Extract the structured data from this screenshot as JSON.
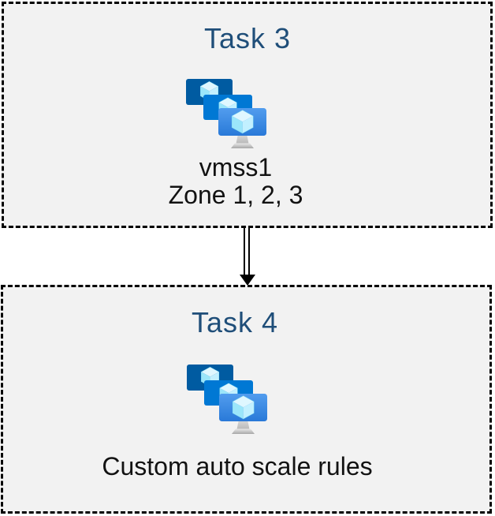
{
  "task3": {
    "title": "Task 3",
    "vm_name": "vmss1",
    "zones": "Zone 1, 2, 3",
    "icon": "vm-scale-sets-icon"
  },
  "task4": {
    "title": "Task 4",
    "caption": "Custom auto scale rules",
    "icon": "vm-scale-sets-icon"
  },
  "connector": {
    "type": "double-line-arrow-down",
    "from": "task3",
    "to": "task4"
  },
  "colors": {
    "title_blue": "#1F4E79",
    "body_text": "#121212",
    "box_fill": "#F2F2F2",
    "border": "#000000",
    "monitor_back": "#005BA1",
    "monitor_middle": "#0078D4",
    "monitor_front_top": "#529DEE",
    "monitor_front_bottom": "#2979D8",
    "cube_top": "#DFF7FF",
    "cube_left": "#9BE6FA",
    "cube_right": "#C2F0FF",
    "stand_gray": "#C6C6C6"
  }
}
